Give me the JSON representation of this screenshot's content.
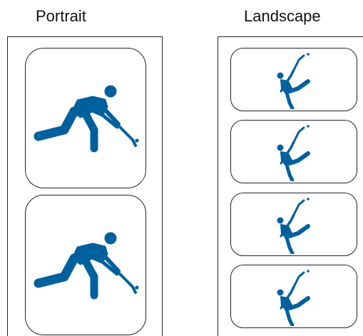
{
  "headings": {
    "portrait": "Portrait",
    "landscape": "Landscape"
  },
  "colors": {
    "pictogram": "#00609E",
    "outline": "#222222",
    "text": "#111111"
  },
  "icons": {
    "portrait": "field-hockey-player-icon",
    "landscape": "field-hockey-player-icon"
  },
  "portrait": {
    "card_count": 2
  },
  "landscape": {
    "card_count": 4
  }
}
